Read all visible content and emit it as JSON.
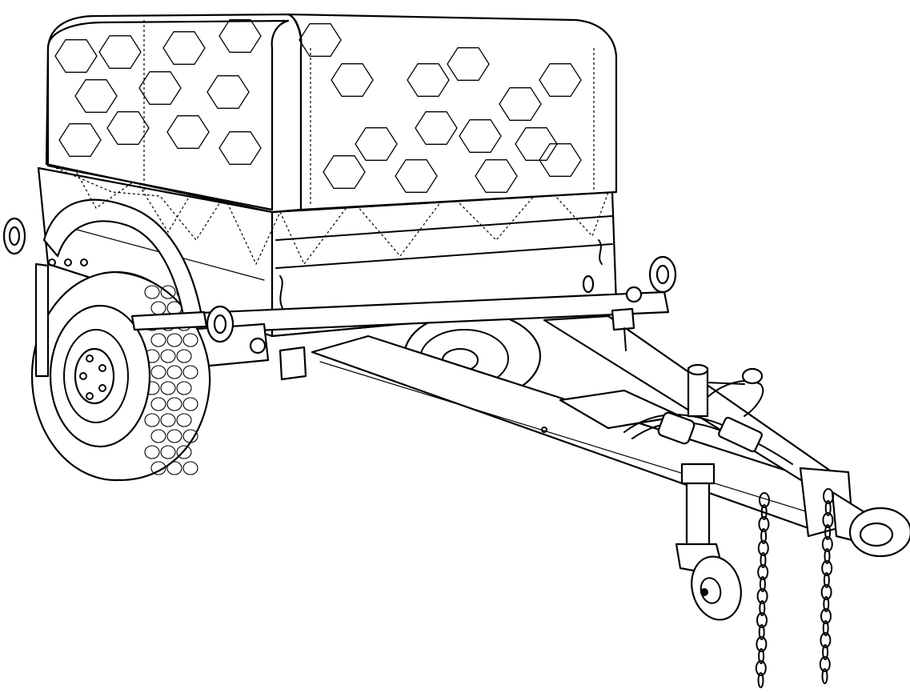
{
  "figure": {
    "subject": "trailer-with-canvas-cover",
    "style": "black-line-art",
    "colors": {
      "line": "#000000",
      "fill": "#ffffff"
    },
    "parts": [
      "canvas-cover",
      "cargo-box",
      "mudguard",
      "road-wheel",
      "drawbar",
      "jockey-wheel",
      "towing-eye",
      "safety-chains",
      "lifting-eyes",
      "reflectors",
      "electrical-plug"
    ]
  }
}
